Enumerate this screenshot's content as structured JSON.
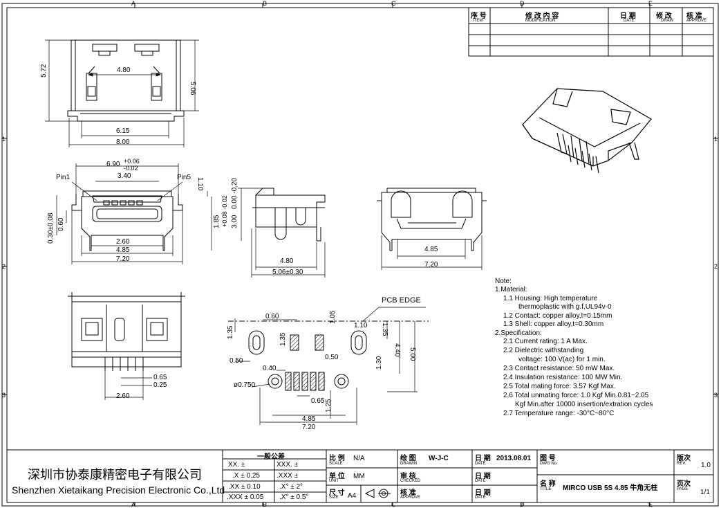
{
  "zones": {
    "cols": [
      "A",
      "B",
      "C",
      "D",
      "E"
    ],
    "rows": [
      "1",
      "2",
      "3"
    ]
  },
  "revision_table": {
    "headers": [
      "序 号",
      "修 改 内 容",
      "日 期",
      "修 改",
      "核 准"
    ],
    "headers_en": [
      "ITEM",
      "MODIFICATION",
      "DATE",
      "DRAW",
      "APPROVE"
    ]
  },
  "dimensions": {
    "top_view": {
      "pitch_span": "4.80",
      "inner_width": "6.15",
      "total_width": "8.00",
      "total_height": "5.72",
      "body_height": "5.06"
    },
    "mid_view": {
      "shell_width": "6.90",
      "shell_width_tol_plus": "+0.06",
      "shell_width_tol_minus": "-0.02",
      "tongue_width": "3.40",
      "pin1_label": "Pin1",
      "pin5_label": "Pin5",
      "top_gap": "1.10",
      "leg_span": "2.60",
      "pad_span": "4.85",
      "total_width": "7.20",
      "offset_tol": "0.30±0.08",
      "inset": "0.60",
      "leg_height": "1.85",
      "leg_height_tol": "+0.08 -0.02"
    },
    "side_view": {
      "body_length": "4.80",
      "total_length": "5.06±0.30",
      "top_tol": "0.00 -0.20",
      "height": "3.00"
    },
    "rear_view": {
      "pad_span": "4.85",
      "total_width": "7.20"
    },
    "bottom_view": {
      "pitch": "0.65",
      "pin_width": "0.25",
      "span": "2.60"
    }
  },
  "pcb_layout": {
    "pad_gap": "0.60",
    "edge_label": "PCB EDGE",
    "slot_width": "1.10",
    "slot_height": "1.35",
    "tab_offset": "1.05",
    "slot_inset": "0.50",
    "pad_row_dist": "4.40",
    "total_depth": "5.00",
    "row_offset": "1.30",
    "pin_width": "0.40",
    "hole_diameter": "ø0.750",
    "pitch": "0.65",
    "hole_offset": "1.25",
    "hole_span": "4.85",
    "total_width": "7.20"
  },
  "notes": [
    "Note:",
    "1.Material:",
    "1.1  Housing: High temperature",
    "thermoplastic  with g.f,UL94v-0",
    "1.2  Contact: copper alloy,t=0.15mm",
    "1.3  Shell: copper alloy,t=0.30mm",
    "2.Specification:",
    "2.1  Current rating: 1 A Max.",
    "2.2  Dielectric withstanding",
    "voltage: 100 V(ac) for 1 min.",
    "2.3  Contact resistance: 50 mW Max.",
    "2.4  Insulation resistance: 100 MW Min.",
    "2.5  Total mating force: 3.57 Kgf Max.",
    "2.6  Total unmating force: 1.0 Kgf Min.0.81~2.05",
    "Kgf Min.after 10000 insertion/extration cycles",
    "2.7  Temperature range: -30°C~80°C"
  ],
  "title_block": {
    "company_cn": "深圳市协泰康精密电子有限公司",
    "company_en": "Shenzhen Xietaikang Precision Electronic Co.,Ltd",
    "tolerance": {
      "title": "一般公差",
      "rows": [
        [
          "XX.  ±",
          "XXX.  ±"
        ],
        [
          ".X ± 0.25",
          ".XXX  ±"
        ],
        [
          ".XX ± 0.10",
          ".X°  ±        2°"
        ],
        [
          ".XXX ± 0.05",
          ".X°  ±      0.5°"
        ]
      ]
    },
    "scale": {
      "label": "比 例",
      "label_en": "SCALE",
      "value": "N/A"
    },
    "unit": {
      "label": "单 位",
      "label_en": "UNIT",
      "value": "MM"
    },
    "size": {
      "label": "尺 寸",
      "label_en": "SIZE",
      "value": "A4"
    },
    "drawn": {
      "label": "绘 图",
      "label_en": "DRAWIN",
      "value": "W-J-C"
    },
    "checked": {
      "label": "审 核",
      "label_en": "CHECKED"
    },
    "approved": {
      "label": "核 准",
      "label_en": "APPROVE"
    },
    "date": {
      "label": "日 期",
      "label_en": "DATE",
      "value": "2013.08.01"
    },
    "part_no": {
      "label": "图 号",
      "label_en": "DWG No."
    },
    "name": {
      "label": "名 称",
      "label_en": "TITLE",
      "value": "MIRCO USB 5S 4.85 牛角无柱"
    },
    "rev": {
      "label": "版次",
      "label_en": "REV.",
      "value": "1.0"
    },
    "page": {
      "label": "页次",
      "label_en": "PAGE",
      "value": "1/1"
    }
  }
}
